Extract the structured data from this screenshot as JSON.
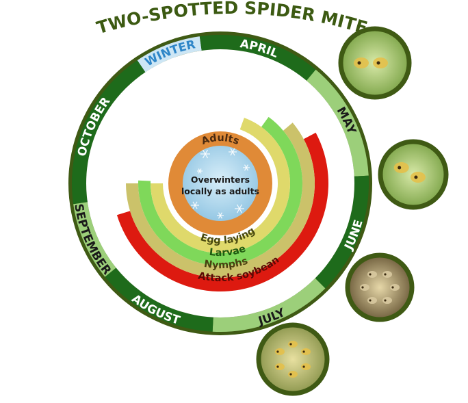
{
  "title": "TWO-SPOTTED SPIDER MITE",
  "center_text": {
    "line1": "Overwinters",
    "line2": "locally as adults"
  },
  "months": [
    {
      "label": "WINTER",
      "fill": "#cde6f5",
      "text_color": "#2e86c8"
    },
    {
      "label": "APRIL",
      "fill": "#1e6b1b",
      "text_color": "#ffffff"
    },
    {
      "label": "MAY",
      "fill": "#9ccf7a",
      "text_color": "#1a1a1a"
    },
    {
      "label": "JUNE",
      "fill": "#1e6b1b",
      "text_color": "#ffffff"
    },
    {
      "label": "JULY",
      "fill": "#9ccf7a",
      "text_color": "#1a1a1a"
    },
    {
      "label": "AUGUST",
      "fill": "#1e6b1b",
      "text_color": "#ffffff"
    },
    {
      "label": "SEPTEMBER",
      "fill": "#9ccf7a",
      "text_color": "#1a1a1a"
    },
    {
      "label": "OCTOBER",
      "fill": "#1e6b1b",
      "text_color": "#ffffff"
    }
  ],
  "stages": [
    {
      "label": "Adults",
      "fill": "#e08a37",
      "text_color": "#4a2a10"
    },
    {
      "label": "Egg laying",
      "fill": "#dfd96b",
      "text_color": "#4a4a10"
    },
    {
      "label": "Larvae",
      "fill": "#7fd85a",
      "text_color": "#1f5a10"
    },
    {
      "label": "Nymphs",
      "fill": "#cbc26a",
      "text_color": "#4a4010"
    },
    {
      "label": "Attack soybean",
      "fill": "#dd1a10",
      "text_color": "#5a0a05"
    }
  ],
  "colors": {
    "title": "#3c5a12",
    "outer_ring_border": "#3f5a14",
    "photo_border": "#3f5a14",
    "center_fill": "#a9d3ea",
    "snowflake": "#ffffff"
  },
  "photos": [
    {
      "icon": "spider-mite-photo"
    },
    {
      "icon": "spider-mite-photo"
    },
    {
      "icon": "spider-mite-colony-photo"
    },
    {
      "icon": "infested-leaf-photo"
    }
  ]
}
